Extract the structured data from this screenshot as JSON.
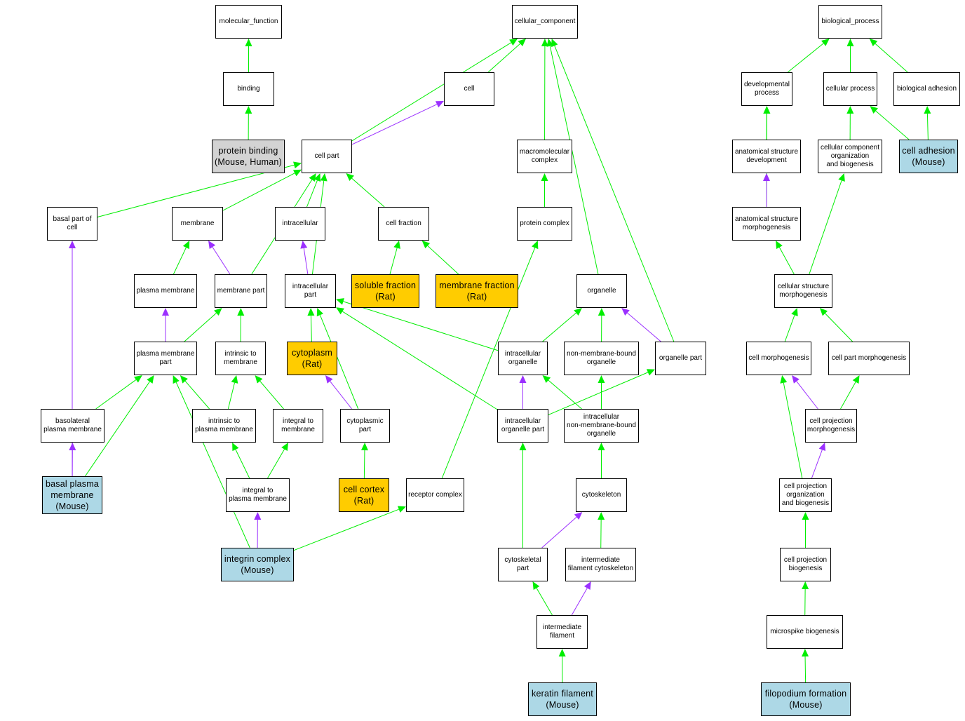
{
  "colors": {
    "is_a": "#00ee00",
    "part_of": "#9b30ff",
    "gray": "#d3d3d3",
    "blue": "#add8e6",
    "gold": "#ffcc00"
  },
  "nodes": {
    "molecular_function": {
      "label": "molecular_function"
    },
    "binding": {
      "label": "binding"
    },
    "protein_binding": {
      "label": "protein binding\n(Mouse, Human)",
      "highlight": "gray"
    },
    "cellular_component": {
      "label": "cellular_component"
    },
    "cell": {
      "label": "cell"
    },
    "cell_part": {
      "label": "cell part"
    },
    "macromolecular_complex": {
      "label": "macromolecular\ncomplex"
    },
    "protein_complex": {
      "label": "protein complex"
    },
    "basal_part_of_cell": {
      "label": "basal part of\ncell"
    },
    "membrane": {
      "label": "membrane"
    },
    "intracellular": {
      "label": "intracellular"
    },
    "cell_fraction": {
      "label": "cell fraction"
    },
    "plasma_membrane": {
      "label": "plasma membrane"
    },
    "membrane_part": {
      "label": "membrane part"
    },
    "intracellular_part": {
      "label": "intracellular\npart"
    },
    "soluble_fraction": {
      "label": "soluble fraction\n(Rat)",
      "highlight": "gold"
    },
    "membrane_fraction": {
      "label": "membrane fraction\n(Rat)",
      "highlight": "gold"
    },
    "organelle": {
      "label": "organelle"
    },
    "plasma_membrane_part": {
      "label": "plasma membrane\npart"
    },
    "intrinsic_to_membrane": {
      "label": "intrinsic to\nmembrane"
    },
    "cytoplasm": {
      "label": "cytoplasm\n(Rat)",
      "highlight": "gold"
    },
    "intracellular_organelle": {
      "label": "intracellular\norganelle"
    },
    "non_membrane_bound_organelle": {
      "label": "non-membrane-bound\norganelle"
    },
    "organelle_part": {
      "label": "organelle part"
    },
    "basolateral_plasma_membrane": {
      "label": "basolateral\nplasma membrane"
    },
    "intrinsic_to_plasma_membrane": {
      "label": "intrinsic to\nplasma membrane"
    },
    "integral_to_membrane": {
      "label": "integral to\nmembrane"
    },
    "cytoplasmic_part": {
      "label": "cytoplasmic\npart"
    },
    "intracellular_organelle_part": {
      "label": "intracellular\norganelle part"
    },
    "intracellular_non_membrane_bound_organelle": {
      "label": "intracellular\nnon-membrane-bound\norganelle"
    },
    "basal_plasma_membrane": {
      "label": "basal plasma\nmembrane\n(Mouse)",
      "highlight": "blue"
    },
    "integral_to_plasma_membrane": {
      "label": "integral to\nplasma membrane"
    },
    "cell_cortex": {
      "label": "cell cortex\n(Rat)",
      "highlight": "gold"
    },
    "receptor_complex": {
      "label": "receptor complex"
    },
    "cytoskeleton": {
      "label": "cytoskeleton"
    },
    "integrin_complex": {
      "label": "integrin complex\n(Mouse)",
      "highlight": "blue"
    },
    "cytoskeletal_part": {
      "label": "cytoskeletal\npart"
    },
    "intermediate_filament_cytoskeleton": {
      "label": "intermediate\nfilament cytoskeleton"
    },
    "intermediate_filament": {
      "label": "intermediate\nfilament"
    },
    "keratin_filament": {
      "label": "keratin filament\n(Mouse)",
      "highlight": "blue"
    },
    "biological_process": {
      "label": "biological_process"
    },
    "developmental_process": {
      "label": "developmental\nprocess"
    },
    "cellular_process": {
      "label": "cellular process"
    },
    "biological_adhesion": {
      "label": "biological adhesion"
    },
    "anatomical_structure_development": {
      "label": "anatomical structure\ndevelopment"
    },
    "cellular_component_organization": {
      "label": "cellular component\norganization\nand biogenesis"
    },
    "cell_adhesion": {
      "label": "cell adhesion\n(Mouse)",
      "highlight": "blue"
    },
    "anatomical_structure_morphogenesis": {
      "label": "anatomical structure\nmorphogenesis"
    },
    "cellular_structure_morphogenesis": {
      "label": "cellular structure\nmorphogenesis"
    },
    "cell_morphogenesis": {
      "label": "cell morphogenesis"
    },
    "cell_part_morphogenesis": {
      "label": "cell part morphogenesis"
    },
    "cell_projection_morphogenesis": {
      "label": "cell projection\nmorphogenesis"
    },
    "cell_projection_organization": {
      "label": "cell projection\norganization\nand biogenesis"
    },
    "cell_projection_biogenesis": {
      "label": "cell projection\nbiogenesis"
    },
    "microspike_biogenesis": {
      "label": "microspike biogenesis"
    },
    "filopodium_formation": {
      "label": "filopodium formation\n(Mouse)",
      "highlight": "blue"
    }
  },
  "edges": [
    {
      "from": "binding",
      "to": "molecular_function",
      "type": "is_a"
    },
    {
      "from": "protein_binding",
      "to": "binding",
      "type": "is_a"
    },
    {
      "from": "cell",
      "to": "cellular_component",
      "type": "is_a"
    },
    {
      "from": "cell_part",
      "to": "cellular_component",
      "type": "is_a"
    },
    {
      "from": "cell_part",
      "to": "cell",
      "type": "part_of"
    },
    {
      "from": "macromolecular_complex",
      "to": "cellular_component",
      "type": "is_a"
    },
    {
      "from": "organelle",
      "to": "cellular_component",
      "type": "is_a"
    },
    {
      "from": "organelle_part",
      "to": "cellular_component",
      "type": "is_a"
    },
    {
      "from": "protein_complex",
      "to": "macromolecular_complex",
      "type": "is_a"
    },
    {
      "from": "basal_part_of_cell",
      "to": "cell_part",
      "type": "is_a"
    },
    {
      "from": "membrane",
      "to": "cell_part",
      "type": "is_a"
    },
    {
      "from": "membrane_part",
      "to": "cell_part",
      "type": "is_a"
    },
    {
      "from": "intracellular",
      "to": "cell_part",
      "type": "is_a"
    },
    {
      "from": "intracellular_part",
      "to": "cell_part",
      "type": "is_a"
    },
    {
      "from": "cell_fraction",
      "to": "cell_part",
      "type": "is_a"
    },
    {
      "from": "plasma_membrane",
      "to": "membrane",
      "type": "is_a"
    },
    {
      "from": "membrane_part",
      "to": "membrane",
      "type": "part_of"
    },
    {
      "from": "intracellular_part",
      "to": "intracellular",
      "type": "part_of"
    },
    {
      "from": "soluble_fraction",
      "to": "cell_fraction",
      "type": "is_a"
    },
    {
      "from": "membrane_fraction",
      "to": "cell_fraction",
      "type": "is_a"
    },
    {
      "from": "plasma_membrane_part",
      "to": "plasma_membrane",
      "type": "part_of"
    },
    {
      "from": "plasma_membrane_part",
      "to": "membrane_part",
      "type": "is_a"
    },
    {
      "from": "intrinsic_to_membrane",
      "to": "membrane_part",
      "type": "is_a"
    },
    {
      "from": "cytoplasm",
      "to": "intracellular_part",
      "type": "is_a"
    },
    {
      "from": "cytoplasmic_part",
      "to": "intracellular_part",
      "type": "is_a"
    },
    {
      "from": "cytoplasmic_part",
      "to": "cytoplasm",
      "type": "part_of"
    },
    {
      "from": "intracellular_organelle",
      "to": "intracellular_part",
      "type": "is_a"
    },
    {
      "from": "intracellular_organelle_part",
      "to": "intracellular_part",
      "type": "is_a"
    },
    {
      "from": "intracellular_organelle",
      "to": "organelle",
      "type": "is_a"
    },
    {
      "from": "non_membrane_bound_organelle",
      "to": "organelle",
      "type": "is_a"
    },
    {
      "from": "organelle_part",
      "to": "organelle",
      "type": "part_of"
    },
    {
      "from": "basolateral_plasma_membrane",
      "to": "plasma_membrane_part",
      "type": "is_a"
    },
    {
      "from": "intrinsic_to_plasma_membrane",
      "to": "plasma_membrane_part",
      "type": "is_a"
    },
    {
      "from": "intrinsic_to_plasma_membrane",
      "to": "intrinsic_to_membrane",
      "type": "is_a"
    },
    {
      "from": "integral_to_membrane",
      "to": "intrinsic_to_membrane",
      "type": "is_a"
    },
    {
      "from": "intracellular_organelle_part",
      "to": "intracellular_organelle",
      "type": "part_of"
    },
    {
      "from": "intracellular_organelle_part",
      "to": "organelle_part",
      "type": "is_a"
    },
    {
      "from": "intracellular_non_membrane_bound_organelle",
      "to": "intracellular_organelle",
      "type": "is_a"
    },
    {
      "from": "intracellular_non_membrane_bound_organelle",
      "to": "non_membrane_bound_organelle",
      "type": "is_a"
    },
    {
      "from": "basal_plasma_membrane",
      "to": "basolateral_plasma_membrane",
      "type": "part_of"
    },
    {
      "from": "basal_plasma_membrane",
      "to": "plasma_membrane_part",
      "type": "is_a"
    },
    {
      "from": "basal_plasma_membrane",
      "to": "basal_part_of_cell",
      "type": "part_of"
    },
    {
      "from": "integral_to_plasma_membrane",
      "to": "intrinsic_to_plasma_membrane",
      "type": "is_a"
    },
    {
      "from": "integral_to_plasma_membrane",
      "to": "integral_to_membrane",
      "type": "is_a"
    },
    {
      "from": "cell_cortex",
      "to": "cytoplasmic_part",
      "type": "is_a"
    },
    {
      "from": "receptor_complex",
      "to": "protein_complex",
      "type": "is_a"
    },
    {
      "from": "cytoskeleton",
      "to": "intracellular_non_membrane_bound_organelle",
      "type": "is_a"
    },
    {
      "from": "integrin_complex",
      "to": "integral_to_plasma_membrane",
      "type": "part_of"
    },
    {
      "from": "integrin_complex",
      "to": "plasma_membrane_part",
      "type": "is_a"
    },
    {
      "from": "integrin_complex",
      "to": "receptor_complex",
      "type": "is_a"
    },
    {
      "from": "cytoskeletal_part",
      "to": "intracellular_organelle_part",
      "type": "is_a"
    },
    {
      "from": "cytoskeletal_part",
      "to": "cytoskeleton",
      "type": "part_of"
    },
    {
      "from": "intermediate_filament_cytoskeleton",
      "to": "cytoskeleton",
      "type": "is_a"
    },
    {
      "from": "intermediate_filament",
      "to": "cytoskeletal_part",
      "type": "is_a"
    },
    {
      "from": "intermediate_filament",
      "to": "intermediate_filament_cytoskeleton",
      "type": "part_of"
    },
    {
      "from": "keratin_filament",
      "to": "intermediate_filament",
      "type": "is_a"
    },
    {
      "from": "developmental_process",
      "to": "biological_process",
      "type": "is_a"
    },
    {
      "from": "cellular_process",
      "to": "biological_process",
      "type": "is_a"
    },
    {
      "from": "biological_adhesion",
      "to": "biological_process",
      "type": "is_a"
    },
    {
      "from": "anatomical_structure_development",
      "to": "developmental_process",
      "type": "is_a"
    },
    {
      "from": "anatomical_structure_morphogenesis",
      "to": "developmental_process",
      "type": "is_a"
    },
    {
      "from": "cellular_component_organization",
      "to": "cellular_process",
      "type": "is_a"
    },
    {
      "from": "cell_adhesion",
      "to": "cellular_process",
      "type": "is_a"
    },
    {
      "from": "cell_adhesion",
      "to": "biological_adhesion",
      "type": "is_a"
    },
    {
      "from": "anatomical_structure_morphogenesis",
      "to": "anatomical_structure_development",
      "type": "part_of"
    },
    {
      "from": "cellular_structure_morphogenesis",
      "to": "anatomical_structure_morphogenesis",
      "type": "is_a"
    },
    {
      "from": "cellular_structure_morphogenesis",
      "to": "cellular_component_organization",
      "type": "is_a"
    },
    {
      "from": "cell_morphogenesis",
      "to": "cellular_structure_morphogenesis",
      "type": "is_a"
    },
    {
      "from": "cell_part_morphogenesis",
      "to": "cellular_structure_morphogenesis",
      "type": "is_a"
    },
    {
      "from": "cell_projection_morphogenesis",
      "to": "cell_morphogenesis",
      "type": "part_of"
    },
    {
      "from": "cell_projection_morphogenesis",
      "to": "cell_part_morphogenesis",
      "type": "is_a"
    },
    {
      "from": "cell_projection_organization",
      "to": "cell_morphogenesis",
      "type": "is_a"
    },
    {
      "from": "cell_projection_organization",
      "to": "cell_projection_morphogenesis",
      "type": "part_of"
    },
    {
      "from": "cell_projection_biogenesis",
      "to": "cell_projection_organization",
      "type": "is_a"
    },
    {
      "from": "microspike_biogenesis",
      "to": "cell_projection_biogenesis",
      "type": "is_a"
    },
    {
      "from": "filopodium_formation",
      "to": "microspike_biogenesis",
      "type": "is_a"
    }
  ]
}
